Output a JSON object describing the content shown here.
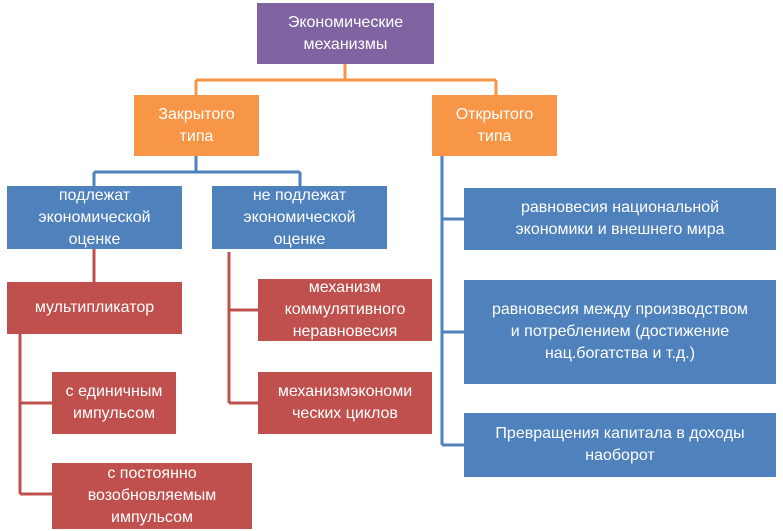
{
  "diagram": {
    "root": {
      "label": "Экономические\nмеханизмы"
    },
    "closed_type": {
      "label": "Закрытого\nтипа"
    },
    "open_type": {
      "label": "Открытого\nтипа"
    },
    "subject_to_evaluation": {
      "label": "подлежат\nэкономической\nоценке"
    },
    "not_subject_to_evaluation": {
      "label": "не подлежат\nэкономической\nоценке"
    },
    "multiplier": {
      "label": "мультипликатор"
    },
    "single_impulse": {
      "label": "с единичным\nимпульсом"
    },
    "renewable_impulse": {
      "label": "с постоянно\nвозобновляемым\nимпульсом"
    },
    "cumulative_imbalance": {
      "label": "механизм\nкоммулятивного\nнеравновесия"
    },
    "economic_cycles": {
      "label": "механизмэкономи\nческих циклов"
    },
    "national_external_balance": {
      "label": "равновесия национальной\nэкономики и внешнего мира"
    },
    "production_consumption_balance": {
      "label": "равновесия между производством\nи потреблением (достижение\nнац.богатства и т.д.)"
    },
    "capital_to_income": {
      "label": "Превращения капитала в доходы\nнаоборот"
    }
  },
  "colors": {
    "purple": "#8064a2",
    "orange": "#f79646",
    "blue": "#4f81bd",
    "red": "#c0504d"
  }
}
